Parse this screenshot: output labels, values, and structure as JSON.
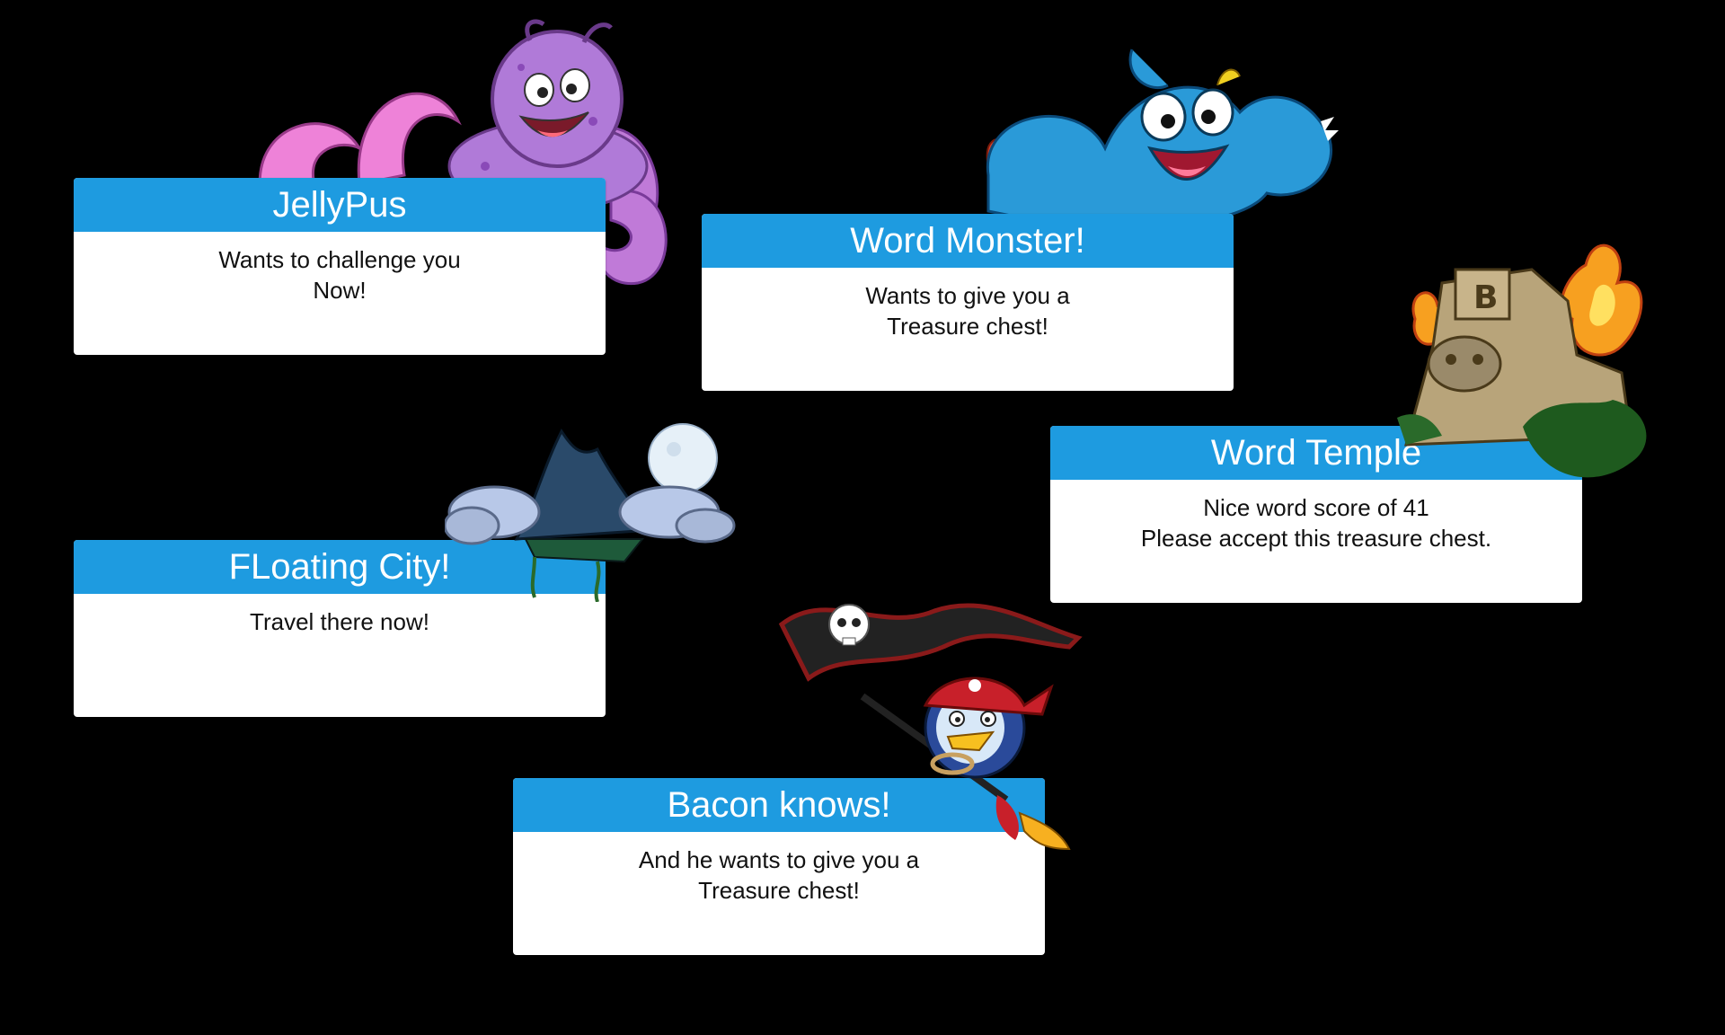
{
  "colors": {
    "background": "#000000",
    "header": "#1e9be0",
    "card": "#ffffff",
    "body_text": "#111111"
  },
  "cards": [
    {
      "id": "jellypus",
      "title": "JellyPus",
      "lines": [
        "Wants to challenge you",
        "Now!"
      ],
      "character_icon": "purple-octopus-icon"
    },
    {
      "id": "word-monster",
      "title": "Word Monster!",
      "lines": [
        "Wants to give you a",
        "Treasure chest!"
      ],
      "character_icon": "blue-monster-icon"
    },
    {
      "id": "word-temple",
      "title": "Word Temple",
      "lines": [
        "Nice word score of 41",
        "Please accept this treasure chest."
      ],
      "character_icon": "burning-temple-icon"
    },
    {
      "id": "floating-city",
      "title": "FLoating City!",
      "lines": [
        "Travel there now!"
      ],
      "character_icon": "floating-island-icon"
    },
    {
      "id": "bacon-knows",
      "title": "Bacon knows!",
      "lines": [
        "And he wants to give you a",
        "Treasure chest!"
      ],
      "character_icon": "pirate-penguin-icon"
    }
  ]
}
